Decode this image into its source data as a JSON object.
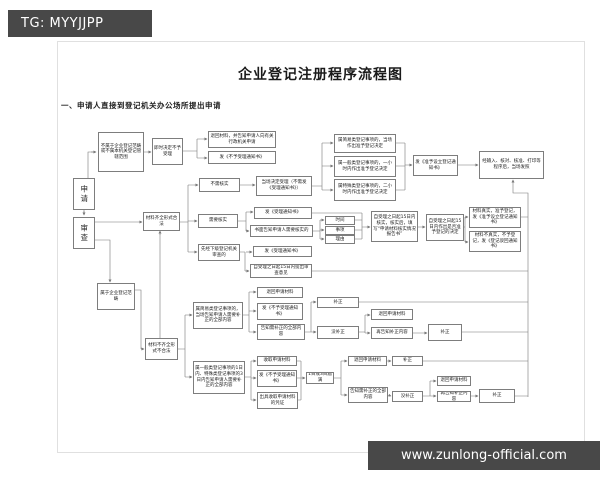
{
  "overlays": {
    "top_tag": "TG: MYYJJPP",
    "bottom_site": "www.zunlong-official.com"
  },
  "document": {
    "title": "企业登记注册程序流程图",
    "section_heading": "一、申请人直接到登记机关办公场所提出申请"
  },
  "colors": {
    "overlay_bar": "#484848",
    "box_border": "#7d7d7d",
    "connector": "#777777"
  },
  "flowchart": {
    "nodes": [
      {
        "id": "apply",
        "label": "申请"
      },
      {
        "id": "review",
        "label": "审查"
      },
      {
        "id": "not-in-scope",
        "label": "不属于企业登记范畴或不属本机关登记管辖范围"
      },
      {
        "id": "immediate-no-accept",
        "label": "即时决定不予受理"
      },
      {
        "id": "return-inform-authority",
        "label": "退回材料，并告知申请人向有关行政机关申请"
      },
      {
        "id": "notice-no-accept-a",
        "label": "发《不予受理通知书》"
      },
      {
        "id": "simple-approve",
        "label": "属简易类登记事项的，当场作出准予登记决定"
      },
      {
        "id": "general-approve",
        "label": "属一般类登记事项的，一小时内作出准予登记决定"
      },
      {
        "id": "special-approve",
        "label": "属特殊类登记事项的，二小时内作出准予登记决定"
      },
      {
        "id": "notice-approve-setup",
        "label": "发《准予设立登记通知书》"
      },
      {
        "id": "issue-license",
        "label": "经输入、核对、核准、打印等程序后，当场发照"
      },
      {
        "id": "materials-complete",
        "label": "材料齐全形式合法"
      },
      {
        "id": "no-verify",
        "label": "不需核实"
      },
      {
        "id": "accept-onspot",
        "label": "当场决定受理（不需发《受理通知书》）"
      },
      {
        "id": "need-verify",
        "label": "需要核实"
      },
      {
        "id": "notice-accept-a",
        "label": "发《受理通知书》"
      },
      {
        "id": "written-inform",
        "label": "书面告知申请人需要核实的"
      },
      {
        "id": "verify-time",
        "label": "时间"
      },
      {
        "id": "verify-matter",
        "label": "事项"
      },
      {
        "id": "verify-reason",
        "label": "理由"
      },
      {
        "id": "lower-review",
        "label": "先经下级登记机关审查的"
      },
      {
        "id": "notice-accept-b",
        "label": "发《受理通知书》"
      },
      {
        "id": "review-opinion",
        "label": "自受理之日起15日内提出审查意见"
      },
      {
        "id": "verify-report",
        "label": "自受理之日起15日内核实，核实后，填写“申请材料核实情况报告书”"
      },
      {
        "id": "decide-in-15",
        "label": "自受理之日起15日内作出是否准予登记的决定"
      },
      {
        "id": "true-approve",
        "label": "材料真实，准予登记，发《准予设立登记通知书》"
      },
      {
        "id": "false-reject",
        "label": "材料不真实，不予登记，发《登记驳回通知书》"
      },
      {
        "id": "in-scope",
        "label": "属于企业登记范畴"
      },
      {
        "id": "materials-incomplete",
        "label": "材料不齐全形式不合法"
      },
      {
        "id": "simple-inform-correct",
        "label": "属简易类登记事项的，当场告知申请人需要补正的全部内容"
      },
      {
        "id": "general-inform-correct",
        "label": "属一般类登记事项的1日内、特殊类登记事项的3日内告知申请人需要补正的全部内容"
      },
      {
        "id": "return-app-a",
        "label": "退回申请材料"
      },
      {
        "id": "notice-no-accept-b",
        "label": "发《不予受理通知书》"
      },
      {
        "id": "inform-correct-a",
        "label": "告知需补正的全部内容"
      },
      {
        "id": "correct-a",
        "label": "补正"
      },
      {
        "id": "no-correct-a",
        "label": "没补正"
      },
      {
        "id": "return-app-b",
        "label": "退回申请材料"
      },
      {
        "id": "reinform-correct-a",
        "label": "再告知补正内容"
      },
      {
        "id": "correct-b",
        "label": "补正"
      },
      {
        "id": "receive-materials",
        "label": "收取申请材料"
      },
      {
        "id": "notice-no-accept-c",
        "label": "发《不予受理通知书》"
      },
      {
        "id": "receipt-voucher",
        "label": "出具收取申请材料的凭证"
      },
      {
        "id": "deadline-expire",
        "label": "1日或3日届满"
      },
      {
        "id": "return-app-c",
        "label": "退回申请材料"
      },
      {
        "id": "correct-c",
        "label": "补正"
      },
      {
        "id": "inform-correct-b",
        "label": "告知需补正的全部内容"
      },
      {
        "id": "no-correct-b",
        "label": "没补正"
      },
      {
        "id": "return-app-d",
        "label": "退回申请材料"
      },
      {
        "id": "reinform-correct-b",
        "label": "再告知补正内容"
      },
      {
        "id": "correct-d",
        "label": "补正"
      }
    ]
  }
}
